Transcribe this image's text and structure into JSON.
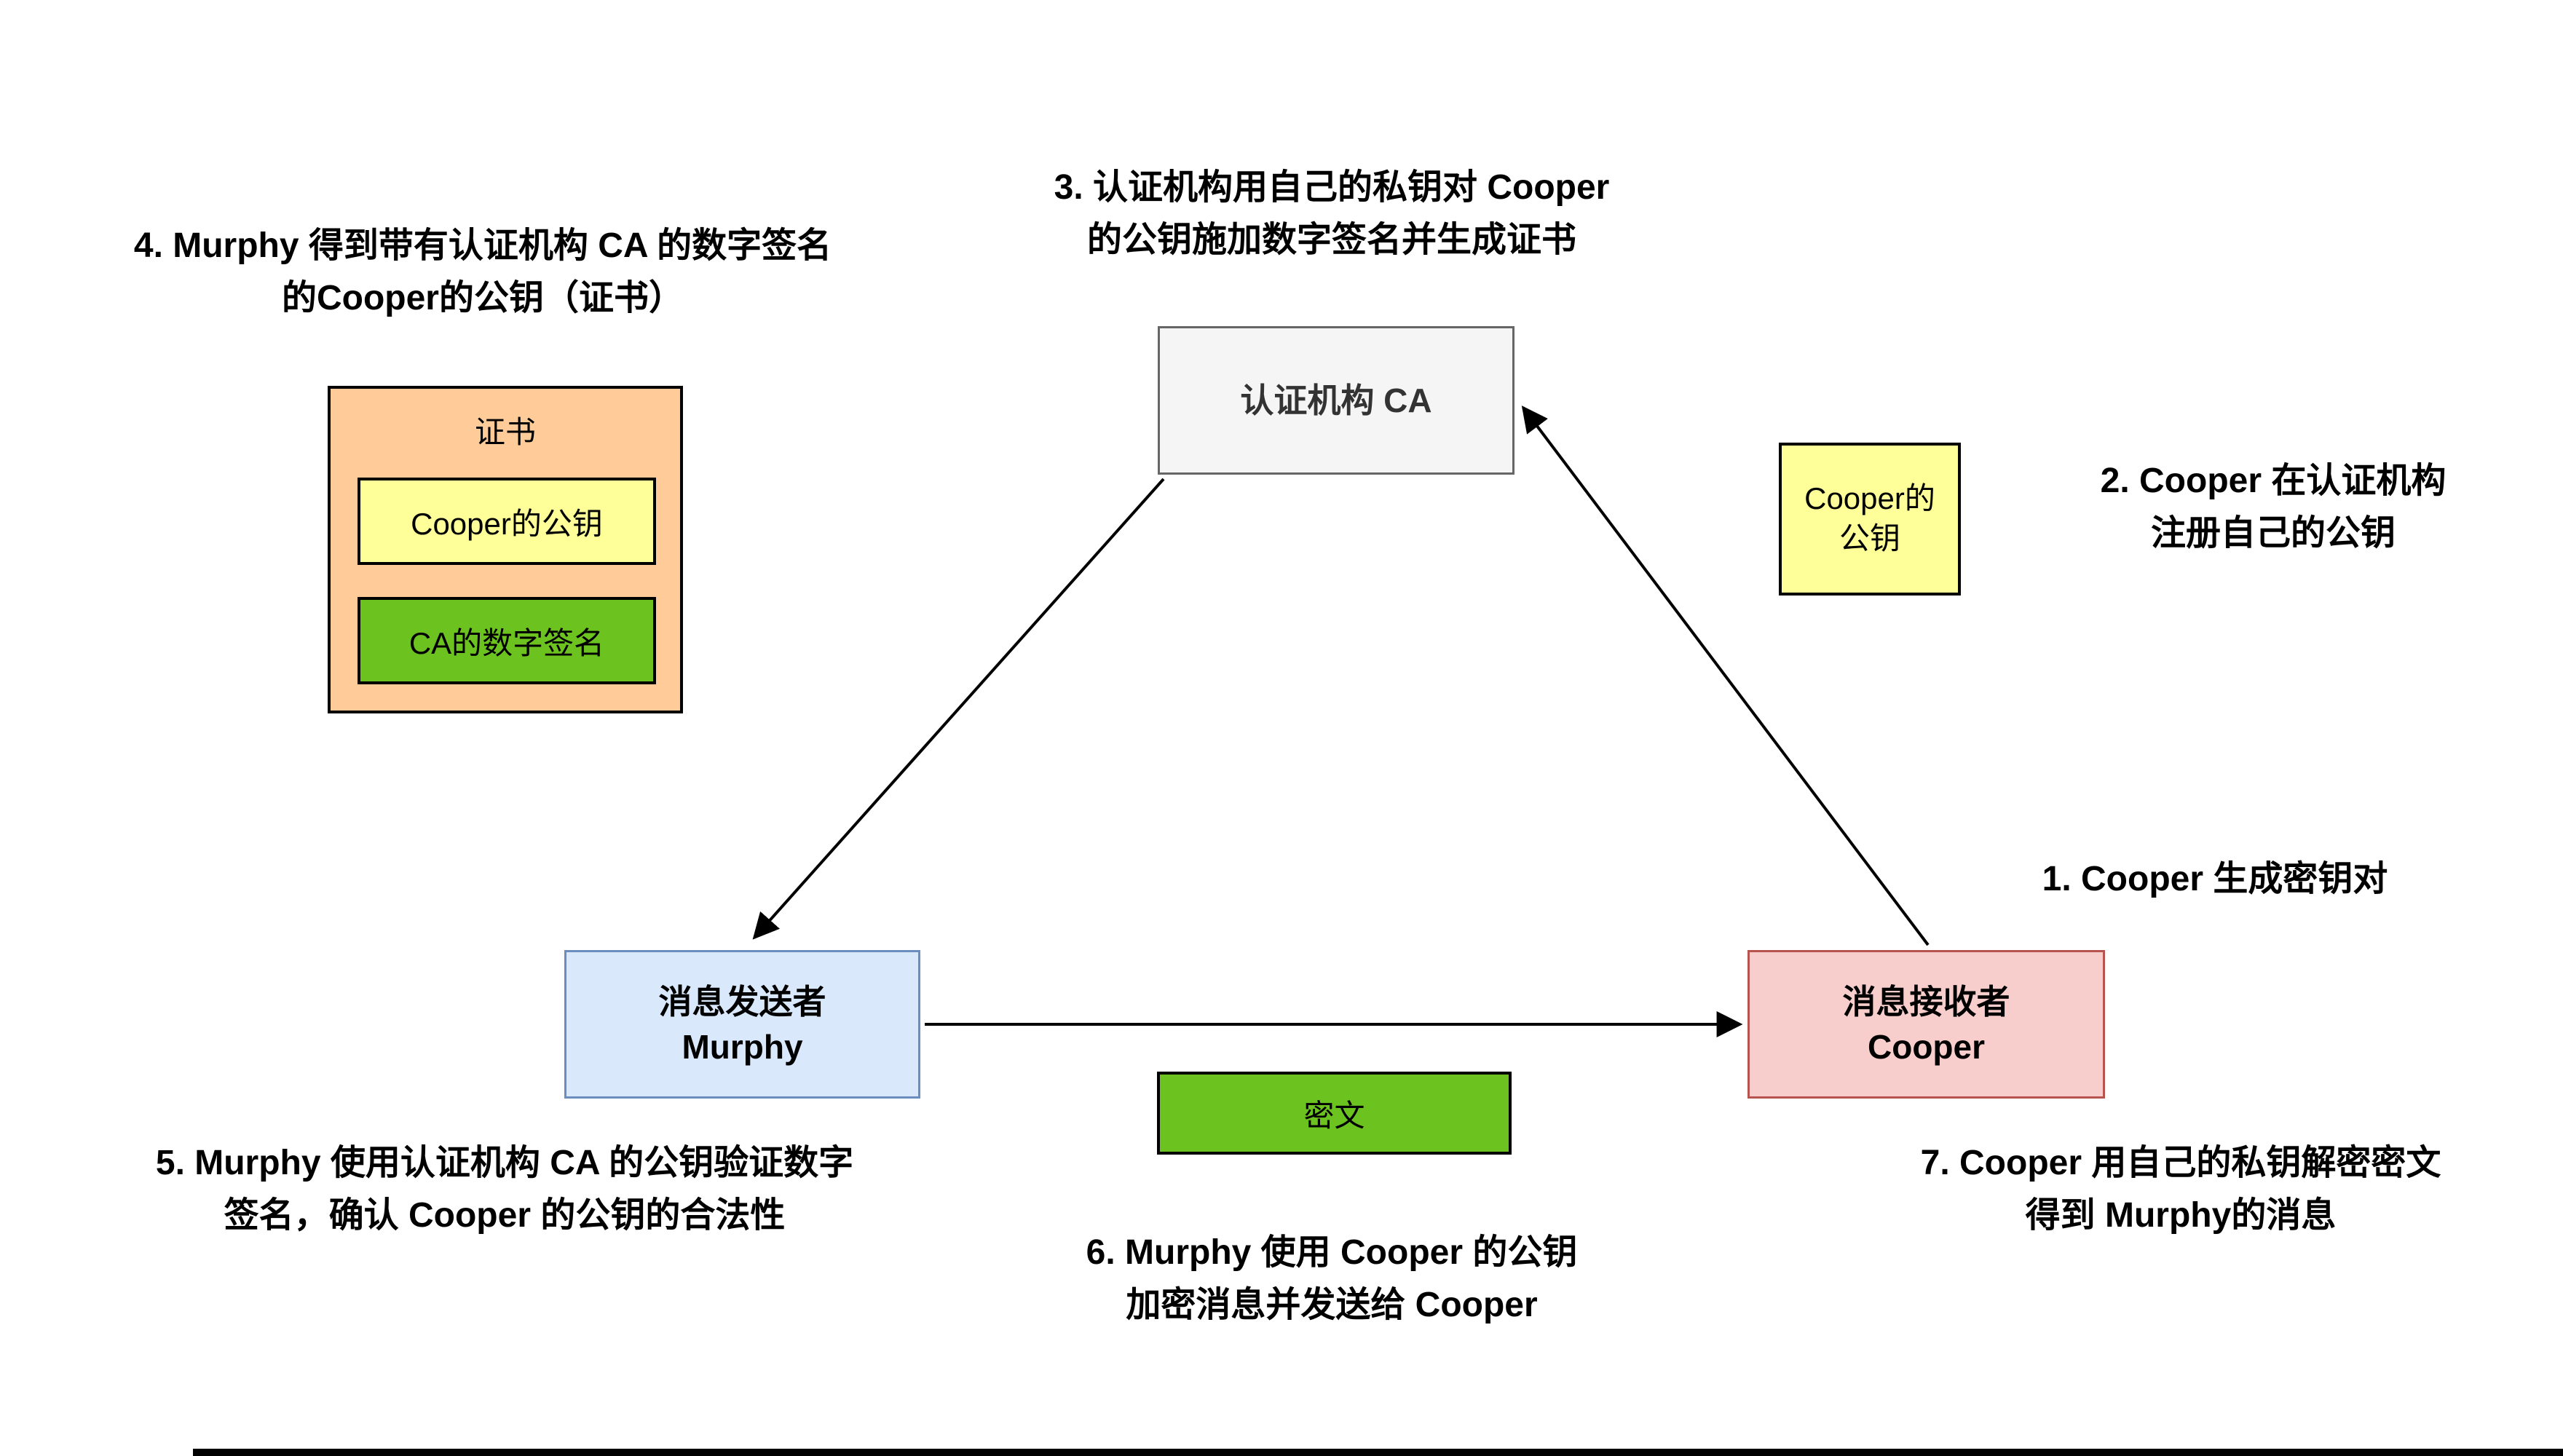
{
  "nodes": {
    "ca": {
      "label": "认证机构 CA"
    },
    "murphy": {
      "line1": "消息发送者",
      "line2": "Murphy"
    },
    "cooper": {
      "line1": "消息接收者",
      "line2": "Cooper"
    },
    "certificate": {
      "title": "证书",
      "public_key_label": "Cooper的公钥",
      "signature_label": "CA的数字签名"
    },
    "cooper_public_key_note": {
      "line1": "Cooper的",
      "line2": "公钥"
    },
    "ciphertext": {
      "label": "密文"
    }
  },
  "steps": {
    "s1": {
      "line1": "1. Cooper 生成密钥对"
    },
    "s2": {
      "line1": "2. Cooper 在认证机构",
      "line2": "注册自己的公钥"
    },
    "s3": {
      "line1": "3. 认证机构用自己的私钥对 Cooper",
      "line2": "的公钥施加数字签名并生成证书"
    },
    "s4": {
      "line1": "4. Murphy 得到带有认证机构 CA 的数字签名",
      "line2": "的Cooper的公钥（证书）"
    },
    "s5": {
      "line1": "5. Murphy 使用认证机构 CA 的公钥验证数字",
      "line2": "签名，确认 Cooper 的公钥的合法性"
    },
    "s6": {
      "line1": "6. Murphy 使用 Cooper 的公钥",
      "line2": "加密消息并发送给 Cooper"
    },
    "s7": {
      "line1": "7. Cooper 用自己的私钥解密密文",
      "line2": "得到 Murphy的消息"
    }
  },
  "colors": {
    "ca_fill": "#f5f5f5",
    "ca_stroke": "#666666",
    "certificate_fill": "#ffcc99",
    "public_key_fill": "#ffff99",
    "signature_fill": "#6cc21e",
    "ciphertext_fill": "#6cc21e",
    "murphy_fill": "#dae8fc",
    "murphy_stroke": "#6c8ebf",
    "cooper_fill": "#f8cecc",
    "cooper_stroke": "#b85450",
    "arrow": "#000000"
  }
}
